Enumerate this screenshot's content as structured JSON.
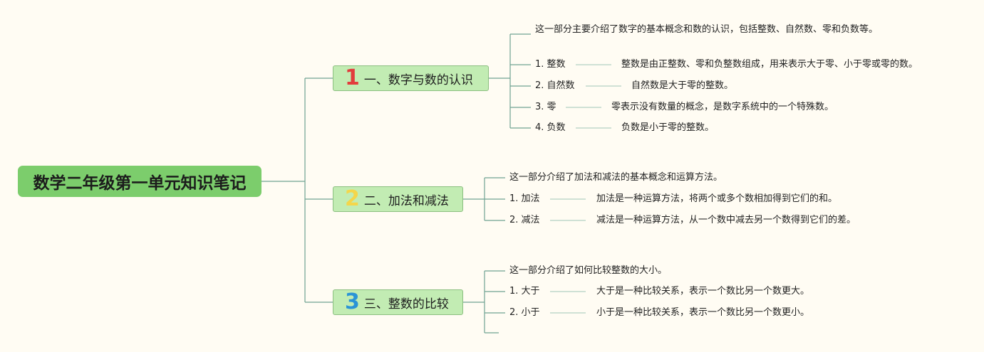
{
  "root": {
    "title": "数学二年级第一单元知识笔记"
  },
  "topics": [
    {
      "number": "1",
      "label": "一、数字与数的认识",
      "intro": "这一部分主要介绍了数字的基本概念和数的认识，包括整数、自然数、零和负数等。",
      "items": [
        {
          "term": "1. 整数",
          "desc": "整数是由正整数、零和负整数组成，用来表示大于零、小于零或零的数。"
        },
        {
          "term": "2. 自然数",
          "desc": "自然数是大于零的整数。"
        },
        {
          "term": "3. 零",
          "desc": "零表示没有数量的概念，是数字系统中的一个特殊数。"
        },
        {
          "term": "4. 负数",
          "desc": "负数是小于零的整数。"
        }
      ]
    },
    {
      "number": "2",
      "label": "二、加法和减法",
      "intro": "这一部分介绍了加法和减法的基本概念和运算方法。",
      "items": [
        {
          "term": "1. 加法",
          "desc": "加法是一种运算方法，将两个或多个数相加得到它们的和。"
        },
        {
          "term": "2. 减法",
          "desc": "减法是一种运算方法，从一个数中减去另一个数得到它们的差。"
        }
      ]
    },
    {
      "number": "3",
      "label": "三、整数的比较",
      "intro": "这一部分介绍了如何比较整数的大小。",
      "items": [
        {
          "term": "1. 大于",
          "desc": "大于是一种比较关系，表示一个数比另一个数更大。"
        },
        {
          "term": "2. 小于",
          "desc": "小于是一种比较关系，表示一个数比另一个数更小。"
        }
      ]
    }
  ]
}
